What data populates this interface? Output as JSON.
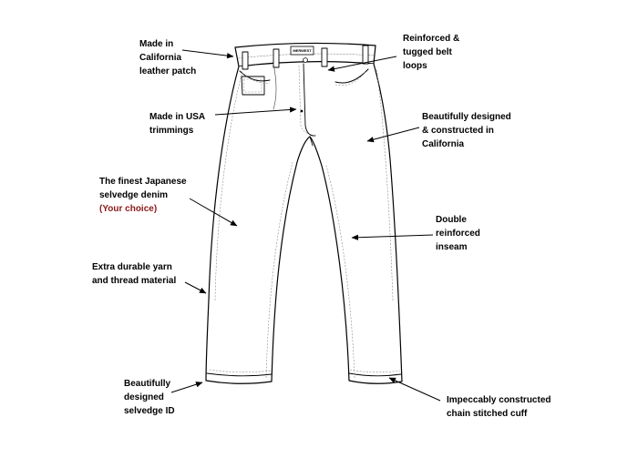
{
  "annotations": {
    "leather_patch": [
      "Made in",
      "California",
      "leather patch"
    ],
    "belt_loops": [
      "Reinforced &",
      "tugged belt",
      "loops"
    ],
    "trimmings": [
      "Made in USA",
      "trimmings"
    ],
    "construction": [
      "Beautifully designed",
      "& constructed in",
      "California"
    ],
    "denim": [
      "The finest Japanese",
      "selvedge denim"
    ],
    "denim_choice": "(Your choice)",
    "inseam": [
      "Double",
      "reinforced",
      "inseam"
    ],
    "yarn": [
      "Extra durable yarn",
      "and thread material"
    ],
    "selvedge_id": [
      "Beautifully",
      "designed",
      "selvedge ID"
    ],
    "cuff": [
      "Impeccably constructed",
      "chain stitched cuff"
    ]
  },
  "patch_text": "MERWEST",
  "colors": {
    "accent": "#8b1a1a",
    "line": "#000000",
    "stitch": "#8a8a8a",
    "background": "#ffffff"
  }
}
